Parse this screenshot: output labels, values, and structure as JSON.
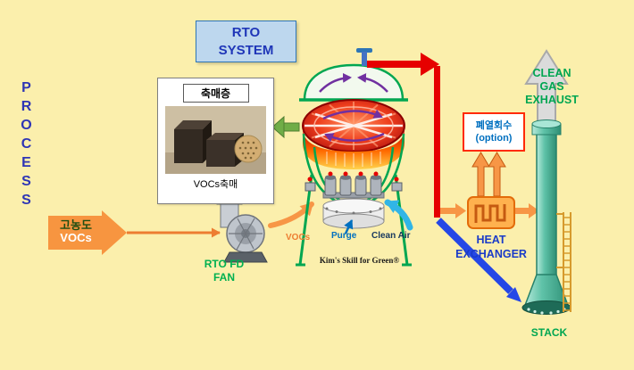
{
  "colors": {
    "background": "#FBEFAC",
    "accent_orange": "#F79646",
    "accent_red": "#E60000",
    "accent_blue": "#2547E6",
    "accent_green": "#00B050",
    "title_blue": "#1F36B8",
    "stack_teal": "#2E8F75"
  },
  "labels": {
    "process": "PROCESS"
  },
  "title_box": {
    "text": "RTO\nSYSTEM"
  },
  "catalyst_panel": {
    "header": "축매층",
    "caption": "VOCs축매"
  },
  "feed": {
    "line1": "고농도",
    "line2": "VOCs"
  },
  "fan": {
    "label": "RTO FD\nFAN"
  },
  "vessel": {
    "vocs": "VOCs",
    "purge": "Purge",
    "clean_air": "Clean Air",
    "credit": "Kim's Skill for Green®"
  },
  "heat_recovery": {
    "label": "폐열회수\n(option)"
  },
  "exchanger": {
    "label": "HEAT\nEXCHANGER"
  },
  "stack": {
    "exhaust": "CLEAN\nGAS\nEXHAUST",
    "label": "STACK"
  }
}
